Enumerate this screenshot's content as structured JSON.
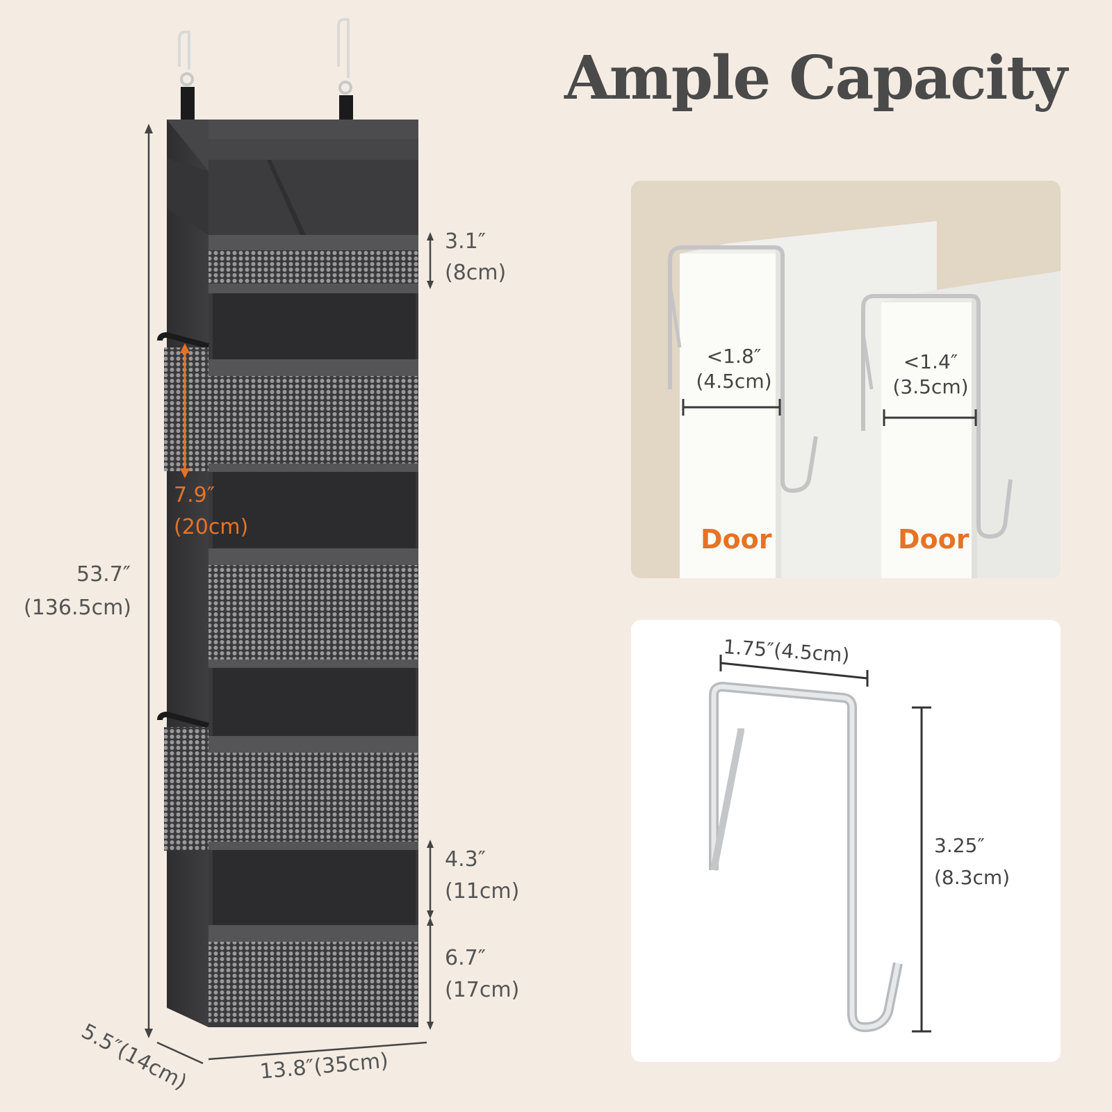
{
  "title": "Ample Capacity",
  "organizer": {
    "height_in": "53.7″",
    "height_cm": "(136.5cm)",
    "depth": "5.5″(14cm)",
    "width": "13.8″(35cm)",
    "top_pocket_in": "3.1″",
    "top_pocket_cm": "(8cm)",
    "side_pocket_in": "7.9″",
    "side_pocket_cm": "(20cm)",
    "bottom_gap_in": "4.3″",
    "bottom_gap_cm": "(11cm)",
    "bottom_pocket_in": "6.7″",
    "bottom_pocket_cm": "(17cm)"
  },
  "door_panel": {
    "left_door_label": "Door",
    "left_gap_in": "<1.8″",
    "left_gap_cm": "(4.5cm)",
    "right_door_label": "Door",
    "right_gap_in": "<1.4″",
    "right_gap_cm": "(3.5cm)"
  },
  "hook_panel": {
    "top_width": "1.75″(4.5cm)",
    "height_in": "3.25″",
    "height_cm": "(8.3cm)"
  },
  "colors": {
    "background": "#f4ece3",
    "accent": "#e67324",
    "fabric": "#3f3f41"
  }
}
